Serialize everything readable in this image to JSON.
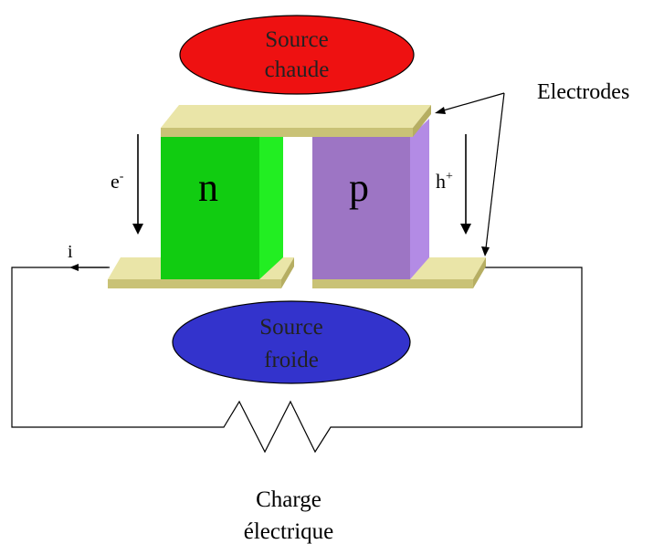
{
  "hot_source": {
    "line1": "Source",
    "line2": "chaude",
    "color": "#ee1111"
  },
  "cold_source": {
    "line1": "Source",
    "line2": "froide",
    "color": "#3333cc"
  },
  "electrodes_label": "Electrodes",
  "n_leg": {
    "label": "n",
    "color": "#11cc11"
  },
  "p_leg": {
    "label": "p",
    "color": "#9d75c4"
  },
  "electron_label": "e",
  "electron_sup": "-",
  "hole_label": "h",
  "hole_sup": "+",
  "current_label": "i",
  "load": {
    "line1": "Charge",
    "line2": "électrique"
  },
  "electrode_color": "#dcd68c"
}
